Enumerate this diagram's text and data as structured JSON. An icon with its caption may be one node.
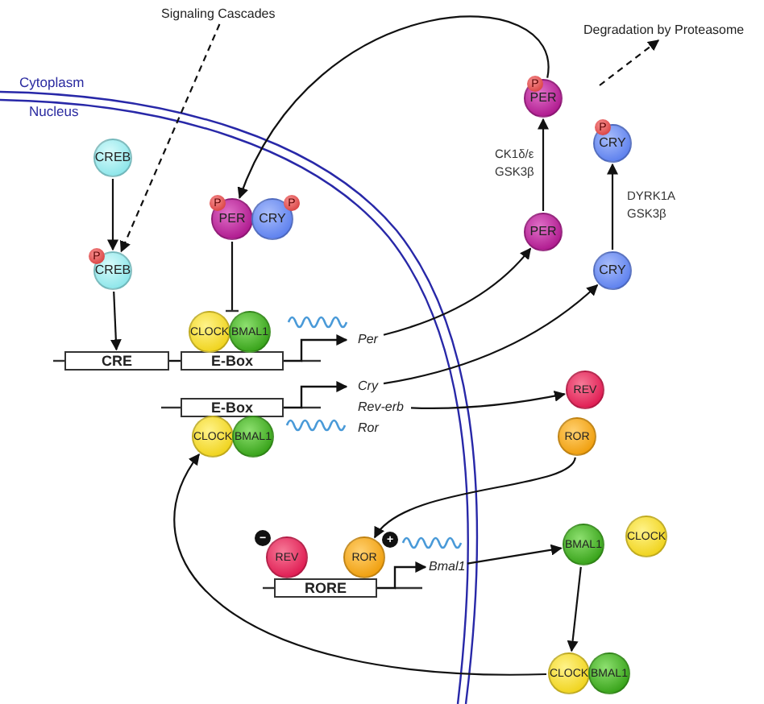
{
  "diagram": {
    "nodes": [
      {
        "text": [
          "Signaling Cascades"
        ]
      },
      {
        "text": [
          "CREB"
        ]
      },
      {
        "text": [
          "CREB"
        ]
      },
      {
        "text": [
          "CRE"
        ]
      },
      {
        "text": [
          "E-Box"
        ]
      },
      {
        "text": [
          "PER"
        ]
      },
      {
        "text": [
          "CRY"
        ]
      },
      {
        "text": [
          "CLOCK"
        ]
      },
      {
        "text": [
          "BMAL1"
        ]
      },
      {
        "text": [
          "E-Box"
        ]
      },
      {
        "text": [
          "CLOCK"
        ]
      },
      {
        "text": [
          "BMAL1"
        ]
      },
      {
        "text": [
          "Per"
        ]
      },
      {
        "text": [
          "Cry"
        ]
      },
      {
        "text": [
          "Rev-erb"
        ]
      },
      {
        "text": [
          "Ror"
        ]
      },
      {
        "text": [
          "PER"
        ]
      },
      {
        "text": [
          "CRY"
        ]
      },
      {
        "text": [
          "PER"
        ]
      },
      {
        "text": [
          "CRY"
        ]
      },
      {
        "text": [
          "Degradation by Proteasome"
        ]
      },
      {
        "text": [
          "REV"
        ]
      },
      {
        "text": [
          "ROR"
        ]
      },
      {
        "text": [
          "REV"
        ],
        "beside": [
          "−"
        ]
      },
      {
        "text": [
          "ROR"
        ],
        "beside": [
          "+"
        ]
      },
      {
        "text": [
          "RORE"
        ]
      },
      {
        "text": [
          "Bmal1"
        ]
      },
      {
        "text": [
          "BMAL1"
        ]
      },
      {
        "text": [
          "CLOCK"
        ]
      },
      {
        "text": [
          "CLOCK"
        ]
      },
      {
        "text": [
          "BMAL1"
        ]
      }
    ],
    "edges": [
      {
        "from": 0,
        "to": 2,
        "arrow": "to",
        "style": "dashed"
      },
      {
        "from": 1,
        "to": 2,
        "arrow": "to"
      },
      {
        "from": 2,
        "to": 3,
        "arrow": "to"
      },
      {
        "from": 5,
        "to": 7,
        "arrow": "other"
      },
      {
        "from": 18,
        "to": 5,
        "arrow": "to"
      },
      {
        "from": null,
        "to": 20,
        "arrow": "to",
        "style": "dashed"
      },
      {
        "from": 16,
        "to": 18,
        "arrow": "to",
        "label": "CK1δ/ε GSK3β"
      },
      {
        "from": 17,
        "to": 19,
        "arrow": "to",
        "label": "DYRK1A GSK3β"
      },
      {
        "from": 12,
        "to": 16,
        "arrow": "to"
      },
      {
        "from": 13,
        "to": 17,
        "arrow": "to"
      },
      {
        "from": 14,
        "to": 21,
        "arrow": "to"
      },
      {
        "from": 22,
        "to": 24,
        "arrow": "to"
      },
      {
        "from": 26,
        "to": 27,
        "arrow": "to"
      },
      {
        "from": 27,
        "to": 29,
        "arrow": "to"
      },
      {
        "from": 29,
        "to": 10,
        "arrow": "to"
      },
      {
        "from": 3,
        "to": 4,
        "arrow": "none"
      },
      {
        "from": 4,
        "to": 12,
        "arrow": "to"
      },
      {
        "from": 9,
        "to": 13,
        "arrow": "to"
      },
      {
        "from": 25,
        "to": 26,
        "arrow": "to"
      }
    ],
    "labels": [
      "P",
      "Cytoplasm",
      "Nucleus",
      "P",
      "P",
      "P",
      "P"
    ]
  }
}
